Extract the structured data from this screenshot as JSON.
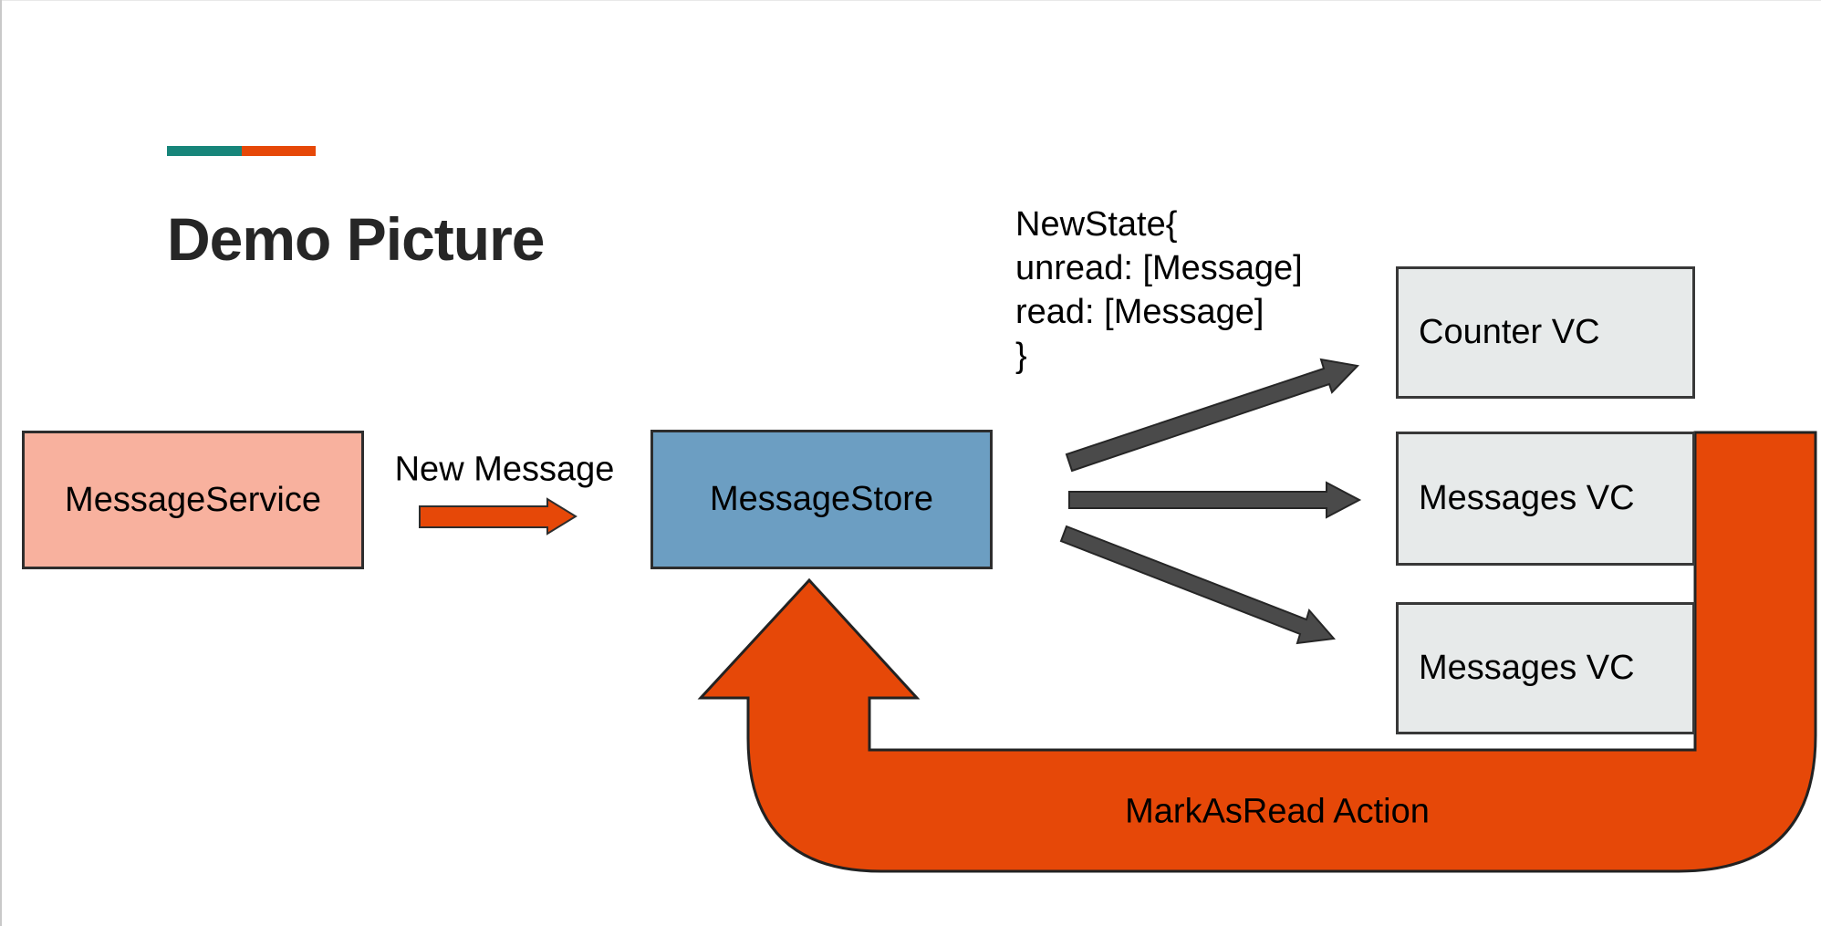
{
  "slide": {
    "title": "Demo Picture",
    "colors": {
      "teal": "#17857A",
      "orange": "#E64808",
      "salmon": "#F8B19E",
      "blue": "#6C9EC2",
      "light_gray": "#E7EAEA",
      "arrow_gray": "#4A4A4A"
    }
  },
  "nodes": {
    "message_service": {
      "label": "MessageService"
    },
    "message_store": {
      "label": "MessageStore"
    },
    "counter_vc": {
      "label": "Counter VC"
    },
    "messages_vc_1": {
      "label": "Messages VC"
    },
    "messages_vc_2": {
      "label": "Messages VC"
    }
  },
  "edges": {
    "new_message": {
      "label": "New Message"
    },
    "mark_as_read": {
      "label": "MarkAsRead Action"
    }
  },
  "annotation": {
    "lines": [
      "NewState{",
      "unread: [Message]",
      "read: [Message]",
      "}"
    ]
  }
}
